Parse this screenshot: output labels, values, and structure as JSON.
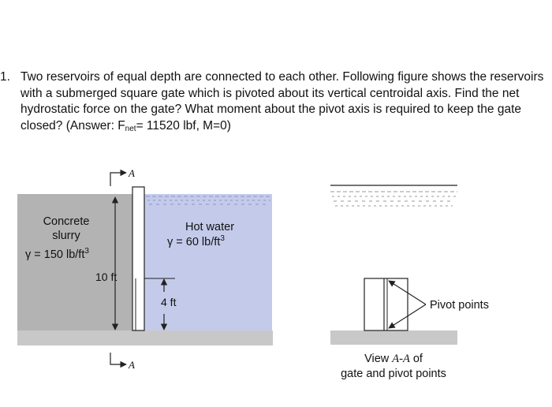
{
  "problem": {
    "number": "1.",
    "text": "Two reservoirs of equal depth are connected to each other. Following figure shows the reservoirs with a submerged square gate which is pivoted about its vertical centroidal axis. Find the net hydrostatic force on the gate? What moment about the pivot axis is required to keep the gate closed? (Answer: F",
    "answer_subscript": "net",
    "answer_tail": "= 11520 lbf, M=0)"
  },
  "figure": {
    "left_fluid": {
      "name_line1": "Concrete",
      "name_line2": "slurry",
      "gamma": "γ = 150 lb/ft"
    },
    "right_fluid": {
      "name": "Hot water",
      "gamma": "γ = 60 lb/ft"
    },
    "exponent": "3",
    "depth_label": "10 ft",
    "gate_label": "4 ft",
    "section_label": "A",
    "pivot_label": "Pivot points",
    "view_caption_prefix": "View ",
    "view_caption_section": "A-A",
    "view_caption_suffix": " of",
    "view_caption_line2": "gate and pivot points",
    "colors": {
      "slurry": "#b3b3b3",
      "water": "#c4cbea",
      "ground": "#c8c8c8",
      "line": "#222222"
    }
  }
}
